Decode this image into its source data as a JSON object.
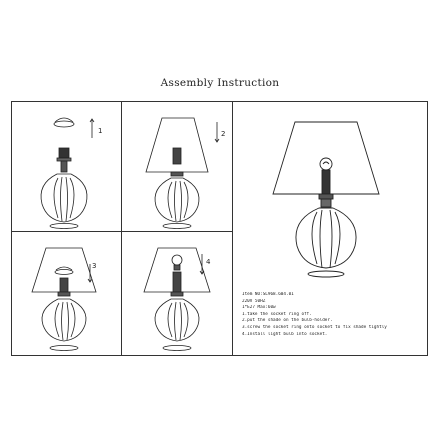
{
  "document": {
    "title": "Assembly Instruction"
  },
  "steps": [
    {
      "number": "1"
    },
    {
      "number": "2"
    },
    {
      "number": "3"
    },
    {
      "number": "4"
    }
  ],
  "specs": {
    "item": "Item NO:SL968.604.01",
    "voltage": "220V 50HZ",
    "bulb": "1*E27 Max:60w",
    "instructions": [
      "1.take the socket ring off.",
      "2.put the shade on the bulb-holder.",
      "3.screw the socket ring onto socket to fix shade tightly",
      "4.Install light bulb into socket."
    ]
  }
}
